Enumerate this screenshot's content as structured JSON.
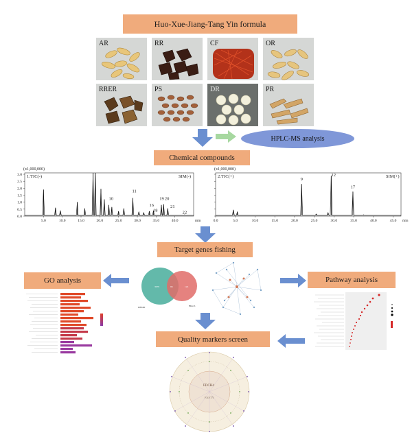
{
  "formula_title": "Huo-Xue-Jiang-Tang Yin formula",
  "herbs": [
    {
      "label": "AR"
    },
    {
      "label": "RR"
    },
    {
      "label": "CF"
    },
    {
      "label": "OR"
    },
    {
      "label": "RRER"
    },
    {
      "label": "PS"
    },
    {
      "label": "DR"
    },
    {
      "label": "PR"
    }
  ],
  "hplc_label": "HPLC-MS analysis",
  "chemical_label": "Chemical compounds",
  "target_label": "Target genes fishing",
  "go_label": "GO analysis",
  "pathway_label": "Pathway analysis",
  "quality_label": "Quality markers screen",
  "venn": {
    "left_label": "DEMD",
    "right_label": "Hhst.S",
    "left_value": "3979",
    "overlap_value": "96",
    "right_value": "124"
  },
  "network_center": "FDCH4",
  "network_sub": "FASTY",
  "chart_data": [
    {
      "type": "line",
      "title": "1:TIC(-)",
      "mode_label": "SIM(-)",
      "ylabel": "(x1,000,000)",
      "xlabel": "min",
      "yticks": [
        "3.0",
        "2.5",
        "2.0",
        "1.5",
        "1.0",
        "0.5",
        "0.0"
      ],
      "xticks": [
        "5.0",
        "10.0",
        "15.0",
        "20.0",
        "25.0",
        "30.0",
        "35.0",
        "40.0"
      ],
      "xlim": [
        0,
        45
      ],
      "ylim": [
        0,
        3.1
      ],
      "peaks": [
        {
          "x": 5.0,
          "y": 1.9
        },
        {
          "x": 8.2,
          "y": 0.6
        },
        {
          "x": 9.5,
          "y": 0.4
        },
        {
          "x": 14.0,
          "y": 1.0
        },
        {
          "x": 16.0,
          "y": 0.55
        },
        {
          "x": 18.2,
          "y": 3.1
        },
        {
          "x": 18.8,
          "y": 3.1
        },
        {
          "x": 20.3,
          "y": 1.95
        },
        {
          "x": 21.2,
          "y": 1.2
        },
        {
          "x": 22.4,
          "y": 0.8
        },
        {
          "x": 23.2,
          "y": 0.65
        },
        {
          "x": 25.0,
          "y": 0.35
        },
        {
          "x": 26.4,
          "y": 0.55
        },
        {
          "x": 28.8,
          "y": 1.3
        },
        {
          "x": 30.4,
          "y": 0.3
        },
        {
          "x": 31.7,
          "y": 0.25
        },
        {
          "x": 33.2,
          "y": 0.35
        },
        {
          "x": 34.3,
          "y": 0.4
        },
        {
          "x": 36.4,
          "y": 0.8
        },
        {
          "x": 37.0,
          "y": 0.85
        },
        {
          "x": 38.1,
          "y": 0.55
        },
        {
          "x": 42.6,
          "y": 0.1
        }
      ],
      "annotations": [
        {
          "text": "10",
          "x": 23.0,
          "y": 1.1
        },
        {
          "x": 29.2,
          "y": 1.65,
          "text": "11"
        },
        {
          "text": "16",
          "x": 33.8,
          "y": 0.65
        },
        {
          "text": "18",
          "x": 34.8,
          "y": 0.28
        },
        {
          "text": "19",
          "x": 36.5,
          "y": 1.1
        },
        {
          "text": "20",
          "x": 37.9,
          "y": 1.1
        },
        {
          "text": "21",
          "x": 39.4,
          "y": 0.55
        },
        {
          "text": "22",
          "x": 42.6,
          "y": 0.12
        }
      ]
    },
    {
      "type": "line",
      "title": "2:TIC(+)",
      "mode_label": "SIM(+)",
      "ylabel": "(x1,000,000)",
      "xlabel": "min",
      "yticks": [
        "3.0",
        "2.5",
        "2.0",
        "1.5",
        "1.0",
        "0.5",
        "0.0"
      ],
      "xticks": [
        "0.0",
        "5.0",
        "10.0",
        "15.0",
        "20.0",
        "25.0",
        "30.0",
        "35.0",
        "40.0",
        "45.0"
      ],
      "xlim": [
        0,
        47
      ],
      "ylim": [
        0,
        3.1
      ],
      "peaks": [
        {
          "x": 4.5,
          "y": 0.45
        },
        {
          "x": 5.5,
          "y": 0.3
        },
        {
          "x": 21.8,
          "y": 2.3
        },
        {
          "x": 25.5,
          "y": 0.15
        },
        {
          "x": 28.5,
          "y": 0.25
        },
        {
          "x": 29.3,
          "y": 2.9
        },
        {
          "x": 34.8,
          "y": 1.75
        },
        {
          "x": 37.5,
          "y": 0.1
        }
      ],
      "annotations": [
        {
          "text": "9",
          "x": 21.8,
          "y": 2.5
        },
        {
          "text": "12",
          "x": 29.9,
          "y": 2.8
        },
        {
          "text": "17",
          "x": 34.8,
          "y": 1.95
        }
      ]
    }
  ]
}
